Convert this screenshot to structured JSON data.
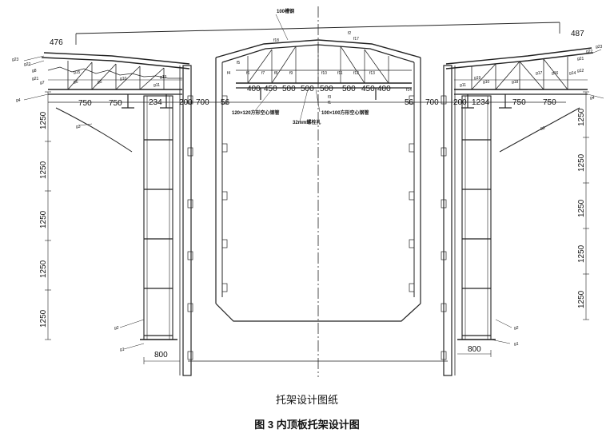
{
  "captions": {
    "drawing_title": "托架设计图纸",
    "figure_caption": "图 3   内顶板托架设计图"
  },
  "top_dims": {
    "left": [
      "476",
      "750",
      "750",
      "234",
      "200",
      "700",
      "56"
    ],
    "right": [
      "56",
      "700",
      "200",
      "1234",
      "750",
      "750",
      "487"
    ],
    "center": [
      "400",
      "450",
      "500",
      "500",
      "500",
      "500",
      "450",
      "400"
    ]
  },
  "vertical_dims": {
    "left": [
      "1250",
      "1250",
      "1250",
      "1250",
      "1250"
    ],
    "right": [
      "1250",
      "1250",
      "1250",
      "1250",
      "1250"
    ]
  },
  "bottom_dims": {
    "left": "800",
    "right": "800"
  },
  "annotations": {
    "top_channel": "100槽钢",
    "tube_120": "120×120方形空心钢管",
    "tube_100": "100×100方形空心钢管",
    "bolt_hole": "32mm螺栓孔"
  },
  "member_tags": {
    "left_outer": [
      "g23",
      "g22",
      "g21",
      "g4",
      "g3",
      "g2",
      "g1"
    ],
    "right_outer": [
      "g23",
      "g22",
      "g21",
      "g4",
      "g3",
      "g2",
      "g1"
    ],
    "center_top": [
      "f18",
      "f2",
      "f17"
    ],
    "center_bottom": [
      "f14",
      "f3",
      "f1"
    ],
    "left_truss": [
      "g8",
      "g7",
      "g6",
      "g5",
      "g11",
      "g13",
      "g10",
      "g15"
    ],
    "right_truss": [
      "g19",
      "g18",
      "g17",
      "g16",
      "g14",
      "g12",
      "g11",
      "g10"
    ],
    "center_truss": [
      "f9",
      "f8",
      "f7",
      "f6",
      "f5",
      "f4",
      "f10",
      "f11",
      "f12",
      "f13"
    ]
  },
  "colors": {
    "line": "#222222",
    "paper": "#ffffff"
  }
}
